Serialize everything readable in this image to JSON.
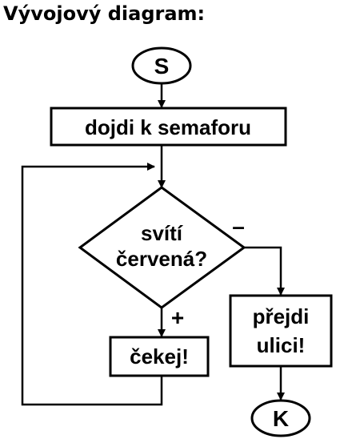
{
  "title": "Vývojový diagram:",
  "flowchart": {
    "start": "S",
    "step1": "dojdi k semaforu",
    "decision": [
      "svítí",
      "červená?"
    ],
    "yes_label": "+",
    "no_label": "–",
    "wait": "čekej!",
    "cross": [
      "přejdi",
      "ulici!"
    ],
    "end": "K"
  }
}
